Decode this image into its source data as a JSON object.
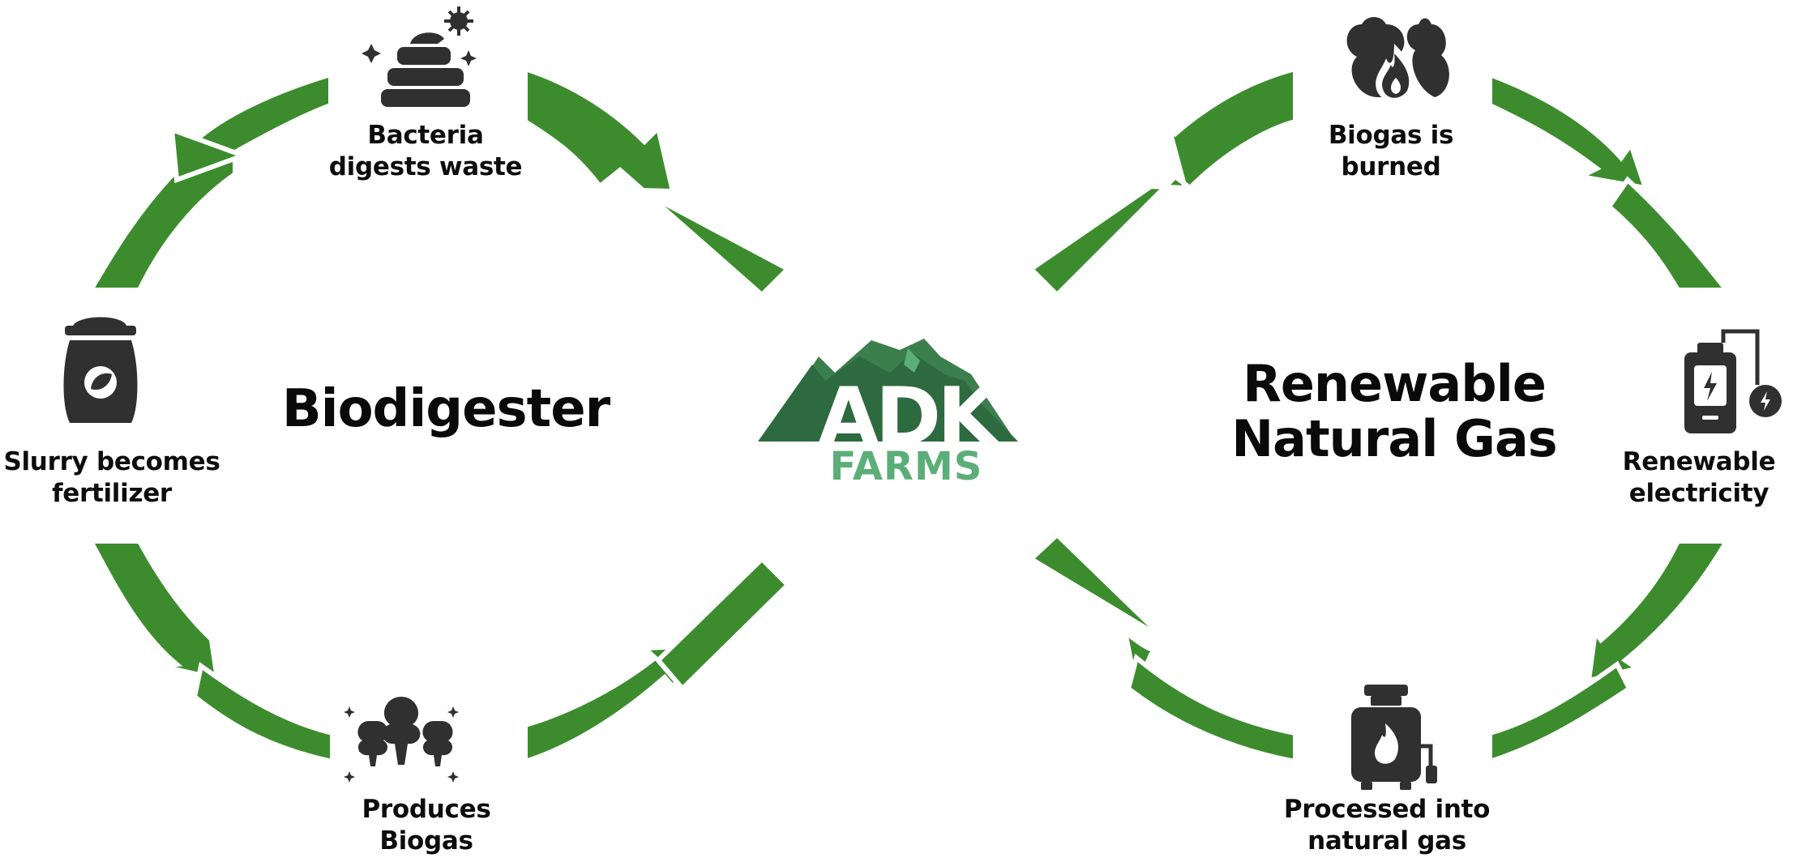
{
  "headings": {
    "left": "Biodigester",
    "right_line1": "Renewable",
    "right_line2": "Natural Gas"
  },
  "logo": {
    "top": "ADK",
    "bottom": "FARMS",
    "colors": {
      "mountain_dark": "#2d6a3f",
      "mountain_light": "#3b7f4c",
      "farms_text": "#5cae78"
    }
  },
  "steps": {
    "bacteria": {
      "line1": "Bacteria",
      "line2": "digests waste",
      "icon": "waste-bacteria-icon"
    },
    "slurry": {
      "line1": "Slurry becomes",
      "line2": "fertilizer",
      "icon": "fertilizer-bag-icon"
    },
    "produces": {
      "line1": "Produces",
      "line2": "Biogas",
      "icon": "biogas-plants-icon"
    },
    "burned": {
      "line1": "Biogas is",
      "line2": "burned",
      "icon": "flame-smoke-icon"
    },
    "electricity": {
      "line1": "Renewable",
      "line2": "electricity",
      "icon": "battery-charger-icon"
    },
    "processed": {
      "line1": "Processed into",
      "line2": "natural gas",
      "icon": "gas-cylinder-icon"
    }
  },
  "colors": {
    "arrow": "#3c8c2e",
    "icon": "#303030",
    "text": "#0d0d0d"
  }
}
